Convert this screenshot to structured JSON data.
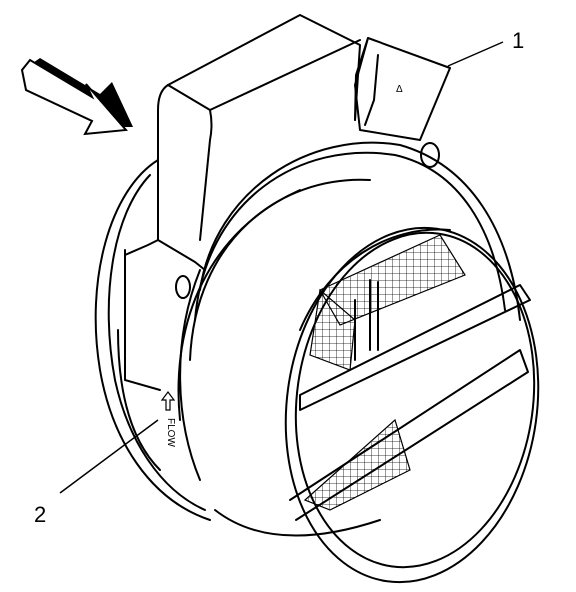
{
  "callouts": [
    {
      "id": "1",
      "label": "1"
    },
    {
      "id": "2",
      "label": "2"
    }
  ],
  "flow_text": "FLOW",
  "colors": {
    "line": "#000000",
    "background": "#ffffff",
    "arrow_shadow": "#000000"
  }
}
